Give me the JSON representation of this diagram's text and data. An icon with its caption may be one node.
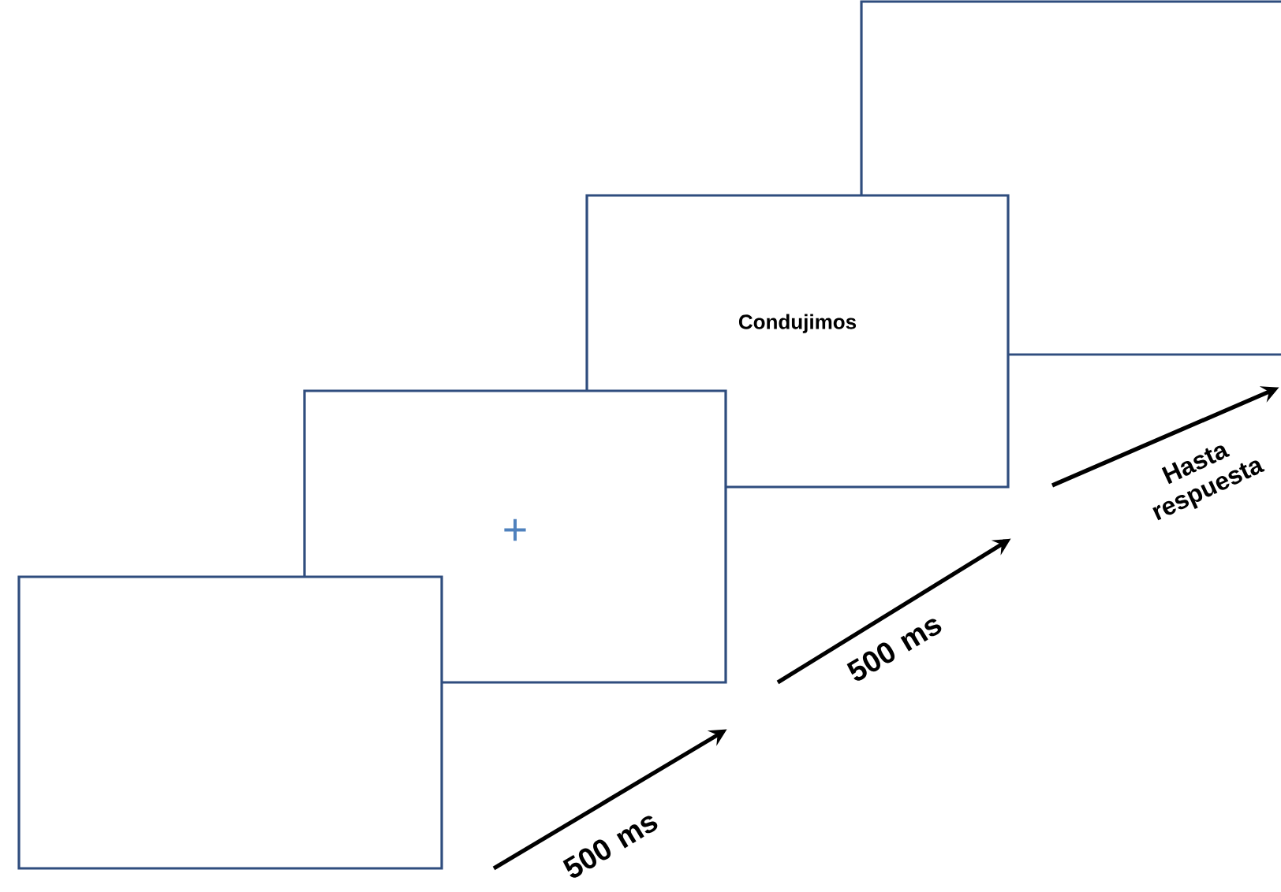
{
  "diagram": {
    "nodes": [
      {
        "text": [],
        "shape": "box"
      },
      {
        "text": [
          "+"
        ]
      },
      {
        "text": [
          "Condujimos"
        ]
      },
      {
        "text": [],
        "shape": "box"
      }
    ],
    "edges": [
      {
        "from": null,
        "to": 1,
        "arrow": "to",
        "label": "500 ms"
      },
      {
        "from": null,
        "to": 2,
        "arrow": "to",
        "label": "500 ms"
      },
      {
        "from": null,
        "to": 3,
        "arrow": "to",
        "label": "Hasta respuesta"
      }
    ]
  }
}
